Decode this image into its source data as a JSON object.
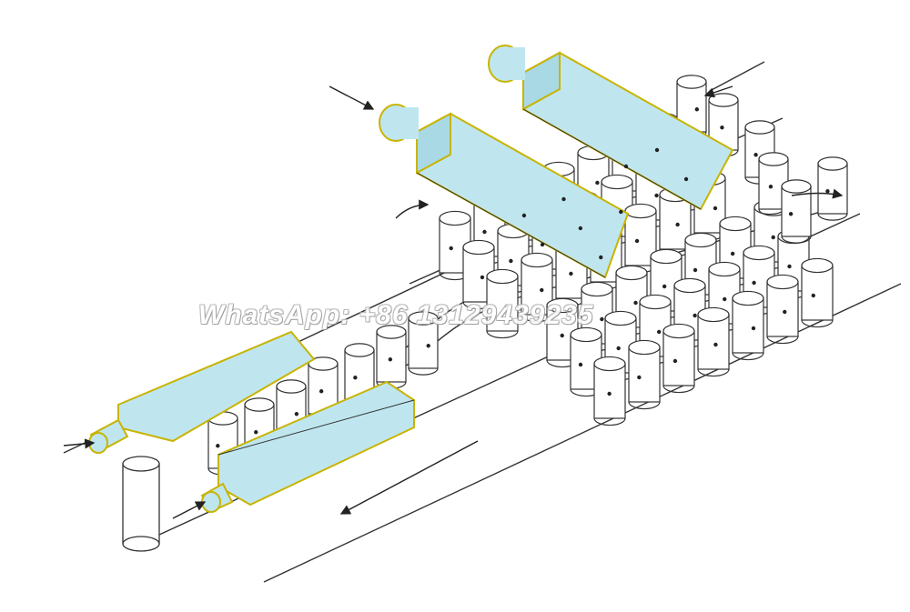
{
  "watermark": {
    "text": "WhatsApp: +86 13129439235"
  },
  "colors": {
    "roller_fill": "#bfe6ef",
    "roller_edge": "#c8b400",
    "ink": "#222222",
    "background": "#ffffff"
  },
  "icons": [
    "arrow-icon",
    "roller",
    "glass-tube"
  ]
}
